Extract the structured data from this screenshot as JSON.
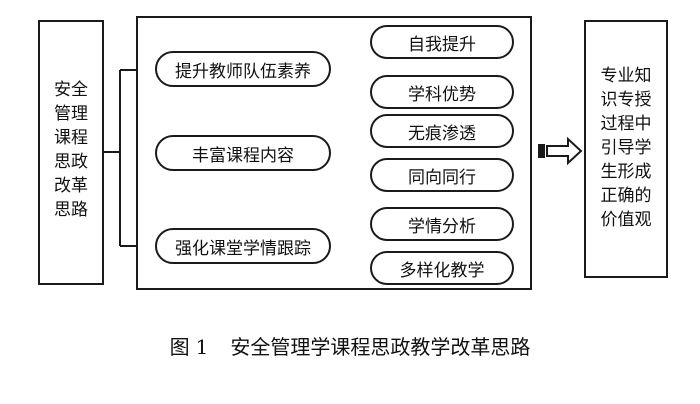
{
  "diagram": {
    "left_box": {
      "text": "安全\n管理\n课程\n思政\n改革\n思路"
    },
    "groups": [
      {
        "label": "提升教师队伍素养",
        "items": [
          "自我提升",
          "学科优势"
        ]
      },
      {
        "label": "丰富课程内容",
        "items": [
          "无痕渗透",
          "同向同行"
        ]
      },
      {
        "label": "强化课堂学情跟踪",
        "items": [
          "学情分析",
          "多样化教学"
        ]
      }
    ],
    "right_box": {
      "text": "专业知\n识专授\n过程中\n引导学\n生形成\n正确的\n价值观"
    }
  },
  "caption": {
    "figure_label": "图",
    "figure_number": "1",
    "title": "安全管理学课程思政教学改革思路"
  }
}
